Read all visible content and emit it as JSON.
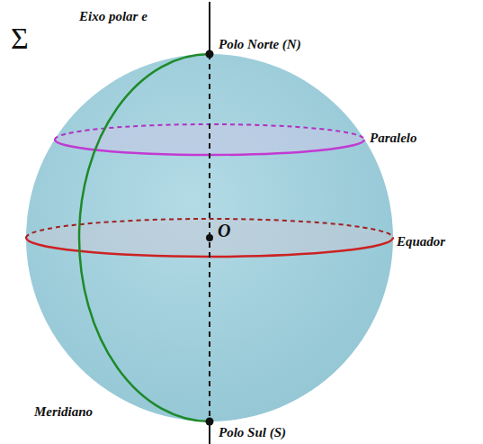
{
  "diagram": {
    "labels": [
      "Σ",
      "Eixo polar e",
      "Polo Norte (N)",
      "Paralelo",
      "O",
      "Equador",
      "Meridiano",
      "Polo Sul (S)"
    ]
  }
}
